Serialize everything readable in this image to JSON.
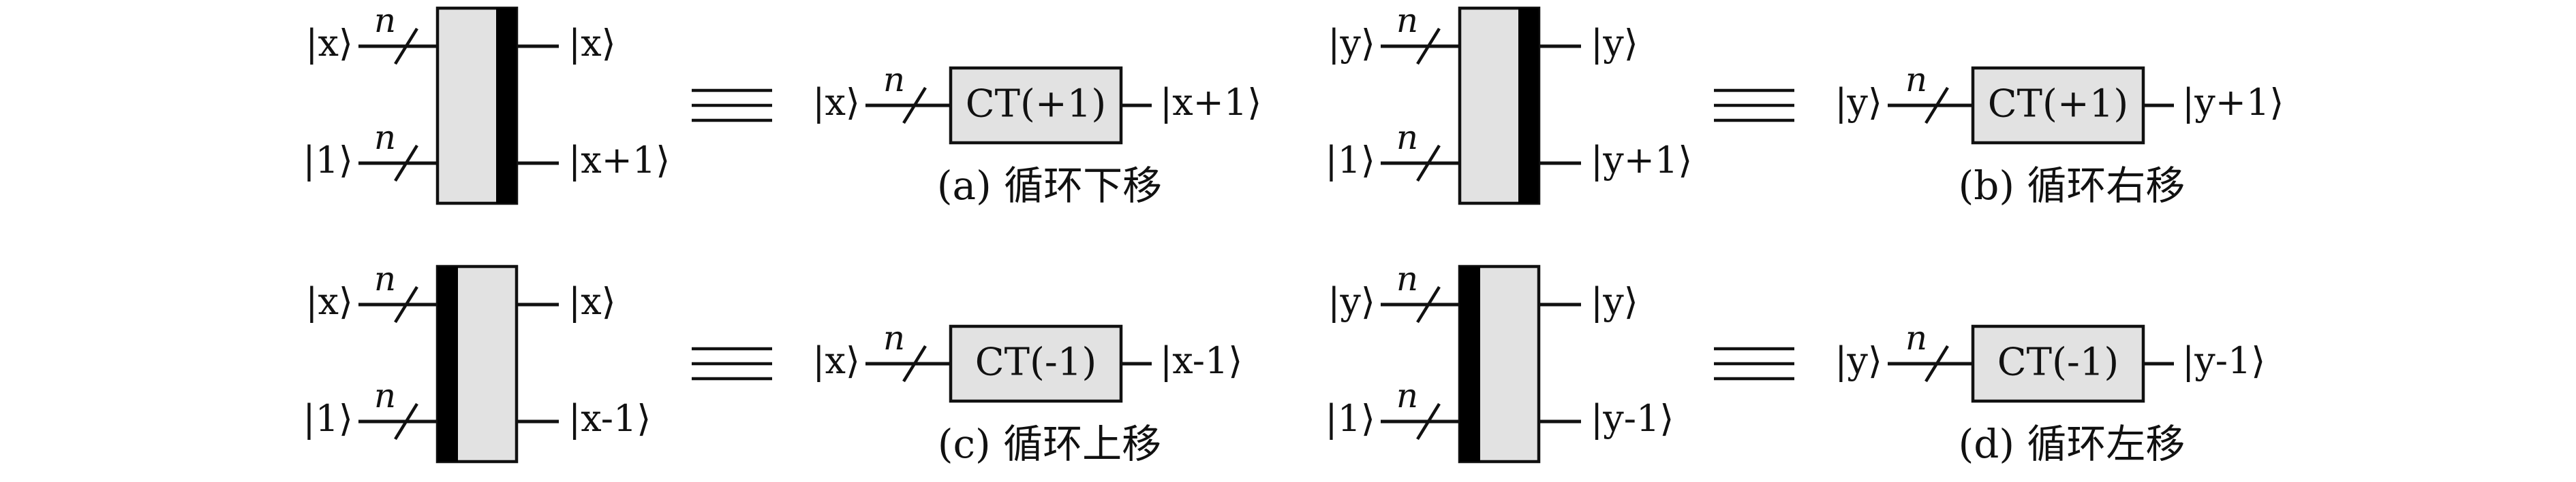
{
  "panels": [
    {
      "id": "a",
      "caption": "(a) 循环下移",
      "var": "x",
      "in_top": "|x⟩",
      "in_bottom": "|1⟩",
      "out_top": "|x⟩",
      "out_bottom": "|x+1⟩",
      "reg_label": "n",
      "equiv": "≡",
      "gate_in": "|x⟩",
      "gate_label": "CT(+1)",
      "gate_out": "|x+1⟩",
      "black_bar": "right"
    },
    {
      "id": "b",
      "caption": "(b) 循环右移",
      "var": "y",
      "in_top": "|y⟩",
      "in_bottom": "|1⟩",
      "out_top": "|y⟩",
      "out_bottom": "|y+1⟩",
      "reg_label": "n",
      "equiv": "≡",
      "gate_in": "|y⟩",
      "gate_label": "CT(+1)",
      "gate_out": "|y+1⟩",
      "black_bar": "right"
    },
    {
      "id": "c",
      "caption": "(c) 循环上移",
      "var": "x",
      "in_top": "|x⟩",
      "in_bottom": "|1⟩",
      "out_top": "|x⟩",
      "out_bottom": "|x-1⟩",
      "reg_label": "n",
      "equiv": "≡",
      "gate_in": "|x⟩",
      "gate_label": "CT(-1)",
      "gate_out": "|x-1⟩",
      "black_bar": "left"
    },
    {
      "id": "d",
      "caption": "(d) 循环左移",
      "var": "y",
      "in_top": "|y⟩",
      "in_bottom": "|1⟩",
      "out_top": "|y⟩",
      "out_bottom": "|y-1⟩",
      "reg_label": "n",
      "equiv": "≡",
      "gate_in": "|y⟩",
      "gate_label": "CT(-1)",
      "gate_out": "|y-1⟩",
      "black_bar": "left"
    }
  ],
  "colors": {
    "box_fill": "#e2e2e2",
    "stroke": "#111111",
    "bar": "#000000"
  }
}
